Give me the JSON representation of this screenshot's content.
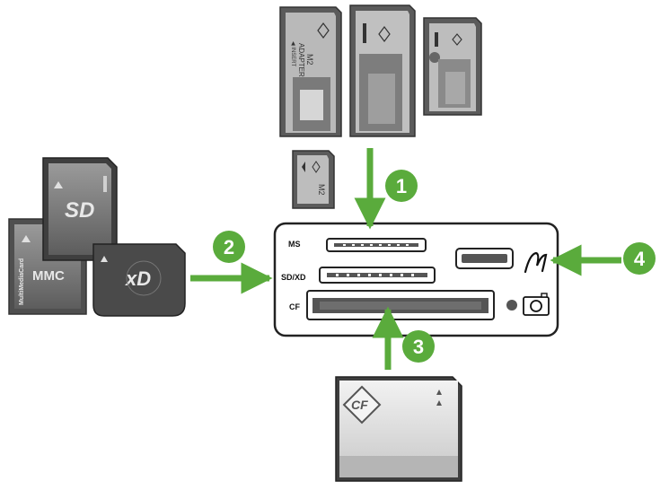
{
  "slot_labels": {
    "ms": "MS",
    "sdxd": "SD/XD",
    "cf": "CF"
  },
  "callouts": [
    "1",
    "2",
    "3",
    "4"
  ],
  "cards": {
    "m2_adapter": {
      "line1": "M2",
      "line2": "ADAPTER",
      "line3": "◀ INSERT"
    },
    "m2_small": "M2",
    "sd": "SD",
    "mmc": "MMC",
    "mmc_side": "MultiMediaCard",
    "xd": "xD",
    "cf": "CF"
  },
  "colors": {
    "arrow": "#5aab3c",
    "callout": "#5aab3c",
    "card_dark": "#4a4a4a",
    "card_mid": "#8c8c8c",
    "card_light": "#c9c9c9"
  },
  "icons": [
    "pictbridge-icon",
    "camera-icon",
    "memory-stick-logo-icon"
  ]
}
